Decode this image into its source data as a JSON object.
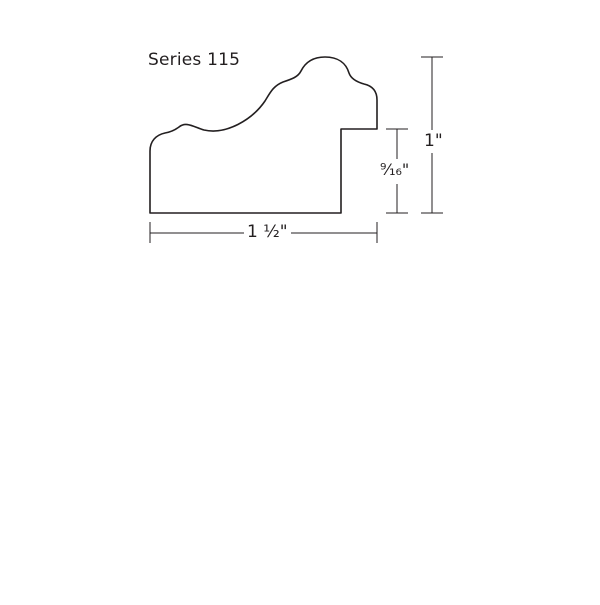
{
  "title": "Series 115",
  "dimensions": {
    "width": "1 ½\"",
    "rabbet_depth": "⁹⁄₁₆\"",
    "height": "1\""
  },
  "colors": {
    "line": "#231f20",
    "background": "#ffffff"
  }
}
